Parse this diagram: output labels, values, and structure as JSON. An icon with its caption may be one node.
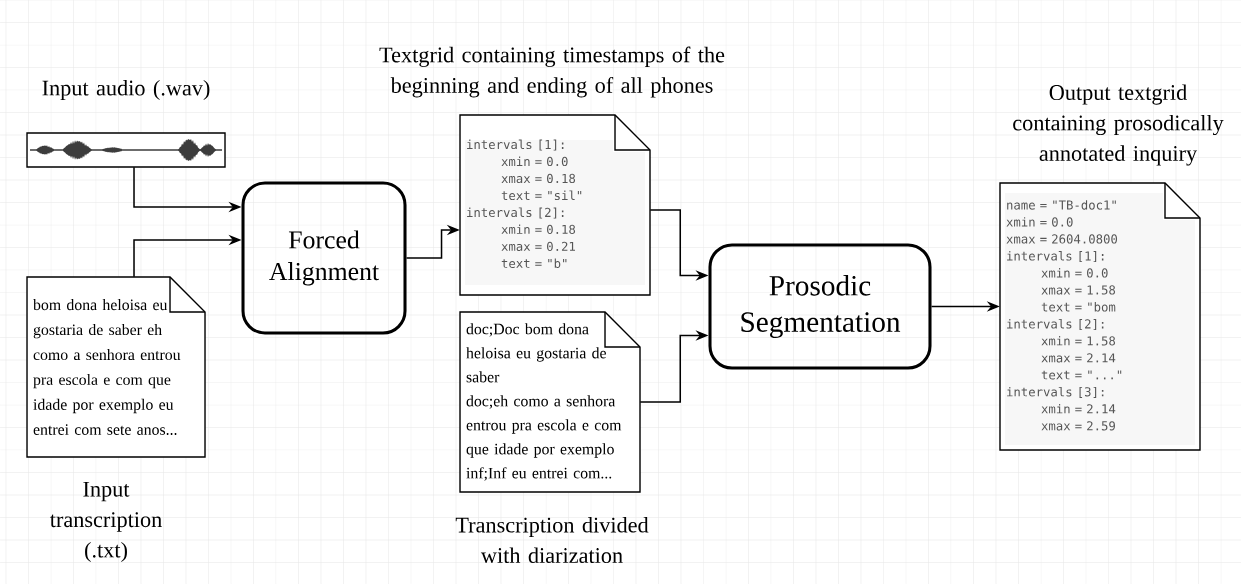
{
  "diagram": {
    "nodes": [
      {
        "text": [],
        "shape": "picture",
        "beside": [
          "Input audio (.wav)"
        ]
      },
      {
        "text": [
          "bom dona heloisa eu gostaria de saber eh como a senhora entrou pra escola e com que idade por exemplo eu entrei com sete anos..."
        ],
        "beside": [
          "Input transcription (.txt)"
        ]
      },
      {
        "text": [
          "Forced Alignment"
        ]
      },
      {
        "text": [
          "intervals [1]:",
          "xmin = 0.0",
          "xmax = 0.18",
          "text = \"sil\"",
          "intervals [2]:",
          "xmin = 0.18",
          "xmax = 0.21",
          "text = \"b\""
        ],
        "beside": [
          "Textgrid containing timestamps of the beginning and ending of all phones"
        ]
      },
      {
        "text": [
          "doc;Doc bom dona heloisa eu gostaria de saber",
          "doc;eh como a senhora entrou pra escola e com que idade por exemplo",
          "inf;Inf eu entrei com..."
        ],
        "beside": [
          "Transcription divided with diarization"
        ]
      },
      {
        "text": [
          "Prosodic Segmentation"
        ]
      },
      {
        "text": [
          "name = \"TB-doc1\"",
          "xmin = 0.0",
          "xmax = 2604.0800",
          "intervals [1]:",
          "xmin = 0.0",
          "xmax = 1.58",
          "text = \"bom",
          "intervals [2]:",
          "xmin = 1.58",
          "xmax = 2.14",
          "text = \"...\"",
          "intervals [3]:",
          "xmin = 2.14",
          "xmax = 2.59"
        ],
        "beside": [
          "Output textgrid containing prosodically annotated inquiry"
        ]
      }
    ],
    "edges": [
      {
        "from": 0,
        "to": 2,
        "arrow": "to"
      },
      {
        "from": 1,
        "to": 2,
        "arrow": "to"
      },
      {
        "from": 2,
        "to": 3,
        "arrow": "to"
      },
      {
        "from": 3,
        "to": 5,
        "arrow": "to"
      },
      {
        "from": 4,
        "to": 5,
        "arrow": "to"
      },
      {
        "from": 5,
        "to": 6,
        "arrow": "to"
      }
    ]
  }
}
